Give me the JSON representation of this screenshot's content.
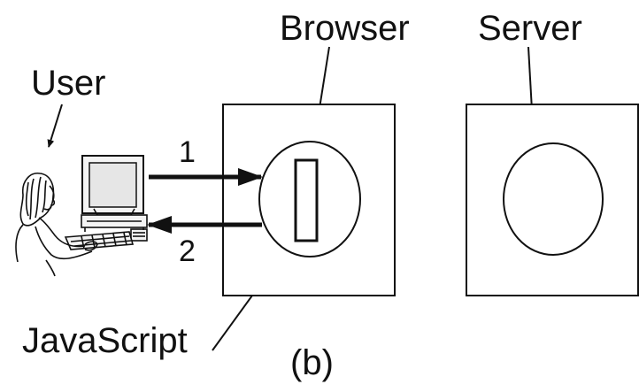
{
  "labels": {
    "user": "User",
    "browser": "Browser",
    "server": "Server",
    "javascript": "JavaScript",
    "caption": "(b)"
  },
  "arrows": {
    "request": "1",
    "response": "2"
  },
  "colors": {
    "ink": "#111111",
    "background": "#ffffff"
  }
}
